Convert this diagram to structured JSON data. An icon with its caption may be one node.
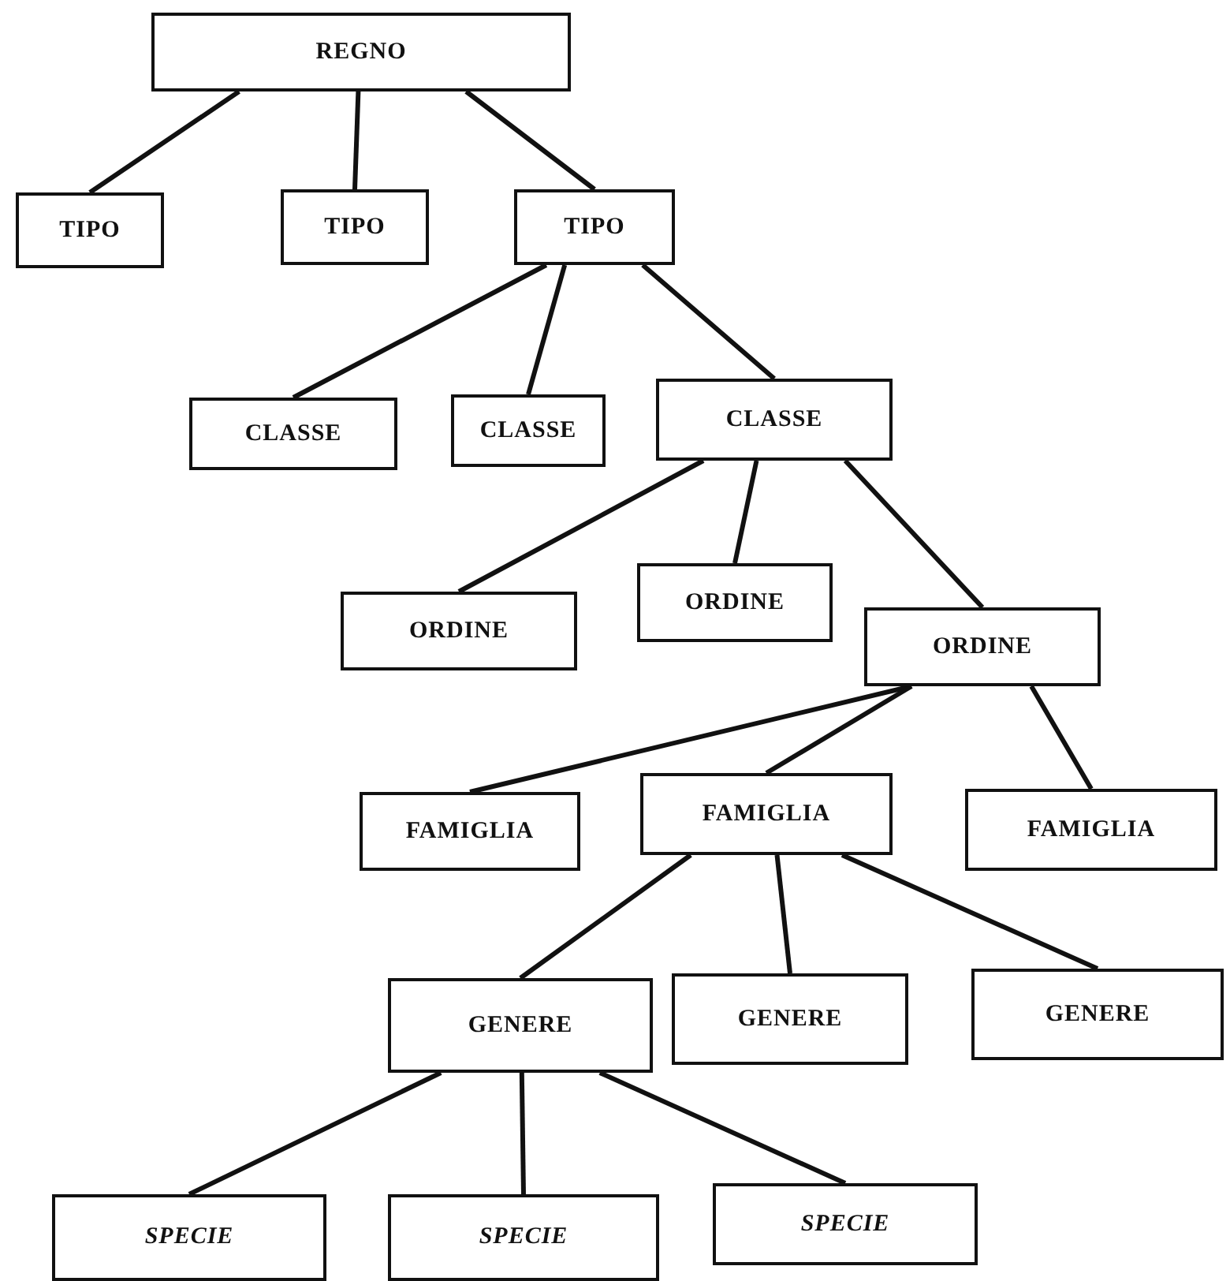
{
  "diagram": {
    "nodes": [
      {
        "text": [
          "REGNO"
        ]
      },
      {
        "text": [
          "TIPO"
        ]
      },
      {
        "text": [
          "TIPO"
        ]
      },
      {
        "text": [
          "TIPO"
        ]
      },
      {
        "text": [
          "CLASSE"
        ]
      },
      {
        "text": [
          "CLASSE"
        ]
      },
      {
        "text": [
          "CLASSE"
        ]
      },
      {
        "text": [
          "ORDINE"
        ]
      },
      {
        "text": [
          "ORDINE"
        ]
      },
      {
        "text": [
          "ORDINE"
        ]
      },
      {
        "text": [
          "FAMIGLIA"
        ]
      },
      {
        "text": [
          "FAMIGLIA"
        ]
      },
      {
        "text": [
          "FAMIGLIA"
        ]
      },
      {
        "text": [
          "GENERE"
        ]
      },
      {
        "text": [
          "GENERE"
        ]
      },
      {
        "text": [
          "GENERE"
        ]
      },
      {
        "text": [
          "SPECIE"
        ]
      },
      {
        "text": [
          "SPECIE"
        ]
      },
      {
        "text": [
          "SPECIE"
        ]
      }
    ],
    "edges": [
      {
        "from": 0,
        "to": 1,
        "arrow": "none"
      },
      {
        "from": 0,
        "to": 2,
        "arrow": "none"
      },
      {
        "from": 0,
        "to": 3,
        "arrow": "none"
      },
      {
        "from": 3,
        "to": 4,
        "arrow": "none"
      },
      {
        "from": 3,
        "to": 5,
        "arrow": "none"
      },
      {
        "from": 3,
        "to": 6,
        "arrow": "none"
      },
      {
        "from": 6,
        "to": 7,
        "arrow": "none"
      },
      {
        "from": 6,
        "to": 8,
        "arrow": "none"
      },
      {
        "from": 6,
        "to": 9,
        "arrow": "none"
      },
      {
        "from": 9,
        "to": 10,
        "arrow": "none"
      },
      {
        "from": 9,
        "to": 11,
        "arrow": "none"
      },
      {
        "from": 9,
        "to": 12,
        "arrow": "none"
      },
      {
        "from": 11,
        "to": 13,
        "arrow": "none"
      },
      {
        "from": 11,
        "to": 14,
        "arrow": "none"
      },
      {
        "from": 11,
        "to": 15,
        "arrow": "none"
      },
      {
        "from": 13,
        "to": 16,
        "arrow": "none"
      },
      {
        "from": 13,
        "to": 17,
        "arrow": "none"
      },
      {
        "from": 13,
        "to": 18,
        "arrow": "none"
      }
    ]
  }
}
